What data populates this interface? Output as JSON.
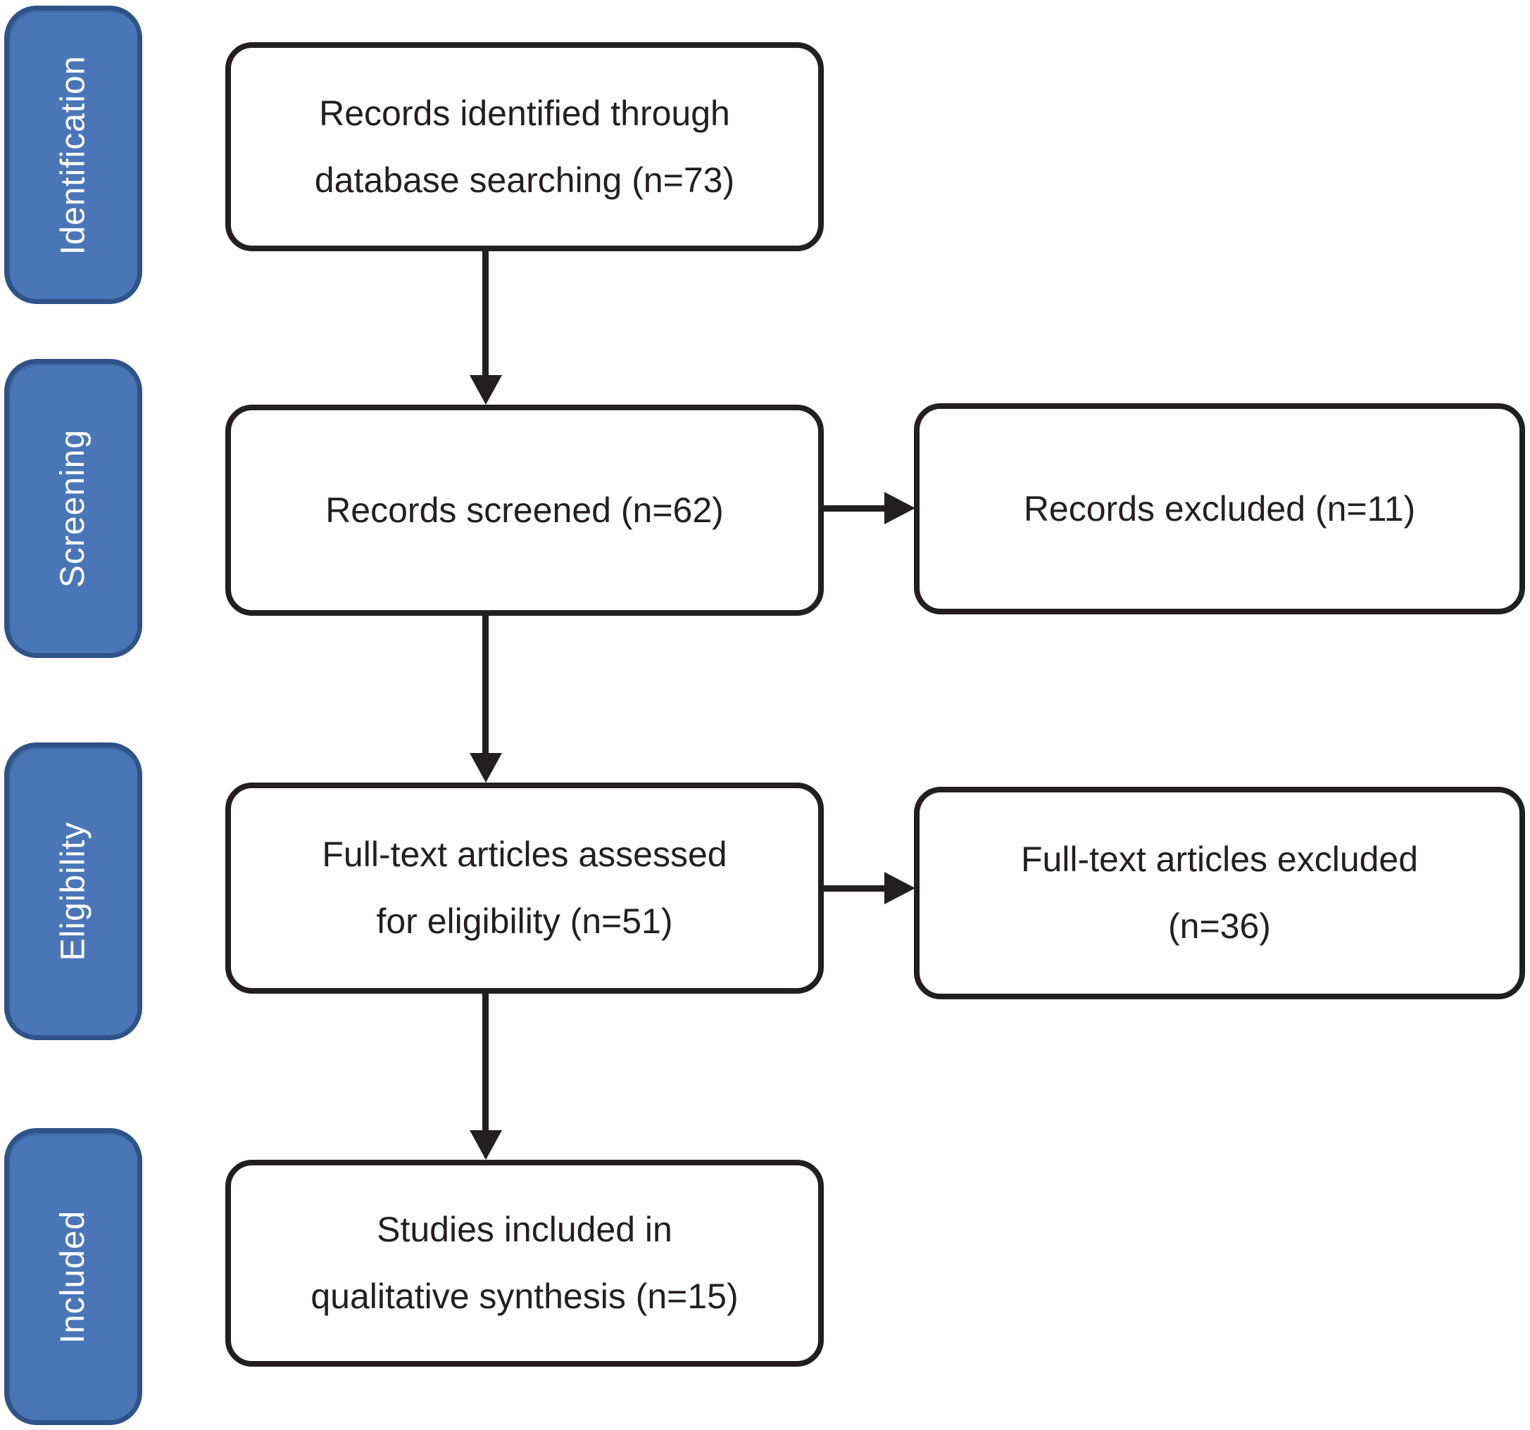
{
  "stages": {
    "identification": "Identification",
    "screening": "Screening",
    "eligibility": "Eligibility",
    "included": "Included"
  },
  "nodes": {
    "identified": {
      "line1": "Records identified through",
      "line2": "database searching (n=73)"
    },
    "screened": {
      "line1": "Records screened (n=62)"
    },
    "records_excluded": {
      "line1": "Records excluded (n=11)"
    },
    "fulltext_assessed": {
      "line1": "Full-text articles assessed",
      "line2": "for eligibility (n=51)"
    },
    "fulltext_excluded": {
      "line1": "Full-text articles excluded",
      "line2": "(n=36)"
    },
    "included_studies": {
      "line1": "Studies included in",
      "line2": "qualitative synthesis (n=15)"
    }
  },
  "counts": {
    "identified": 73,
    "screened": 62,
    "records_excluded": 11,
    "fulltext_assessed": 51,
    "fulltext_excluded": 36,
    "included": 15
  },
  "colors": {
    "stage_fill": "#4a76b8",
    "stage_border": "#2e5387",
    "stage_text": "#ffffff",
    "box_border": "#231f20",
    "text": "#231f20",
    "background": "#ffffff"
  }
}
